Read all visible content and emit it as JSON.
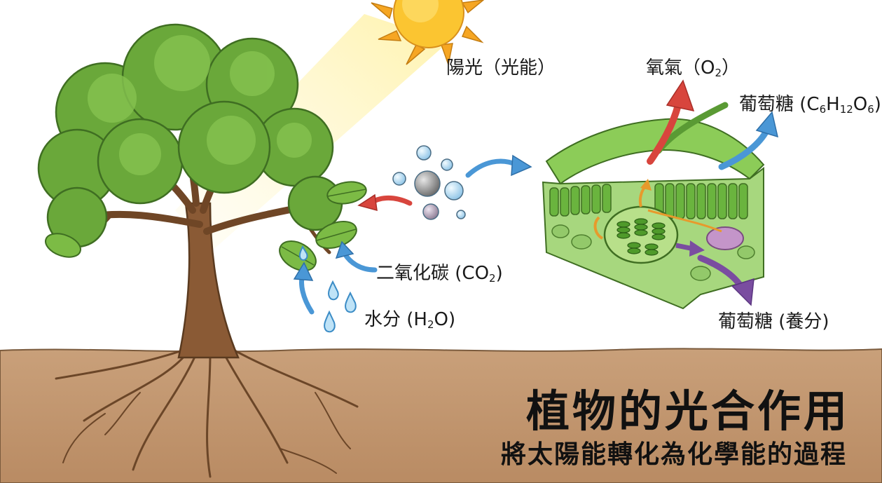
{
  "title": "植物的光合作用",
  "subtitle": "將太陽能轉化為化學能的過程",
  "labels": {
    "sunlight": "陽光（光能）",
    "oxygen": "氧氣（O",
    "oxygen_sub": "2",
    "oxygen_close": "）",
    "glucose_top": "葡萄糖 (C",
    "glucose_c": "6",
    "glucose_h": "H",
    "glucose_hn": "12",
    "glucose_o": "O",
    "glucose_on": "6",
    "glucose_close": ")",
    "co2": "二氧化碳 (CO",
    "co2_sub": "2",
    "co2_close": ")",
    "water": "水分 (H",
    "water_sub": "2",
    "water_close": "O)",
    "glucose_bottom": "葡萄糖 (養分)"
  },
  "colors": {
    "sun": "#f7b92a",
    "leaf_green": "#6aa83a",
    "trunk": "#8a5a35",
    "soil": "#c79a72",
    "arrow_blue": "#4a97d6",
    "arrow_red": "#d8453d",
    "arrow_purple": "#7a4da0",
    "arrow_orange": "#e79a2c"
  },
  "icons": [
    "sun-icon",
    "tree-icon",
    "leaf-cross-section-icon",
    "chloroplast-icon",
    "water-drop-icon",
    "molecule-icon"
  ]
}
